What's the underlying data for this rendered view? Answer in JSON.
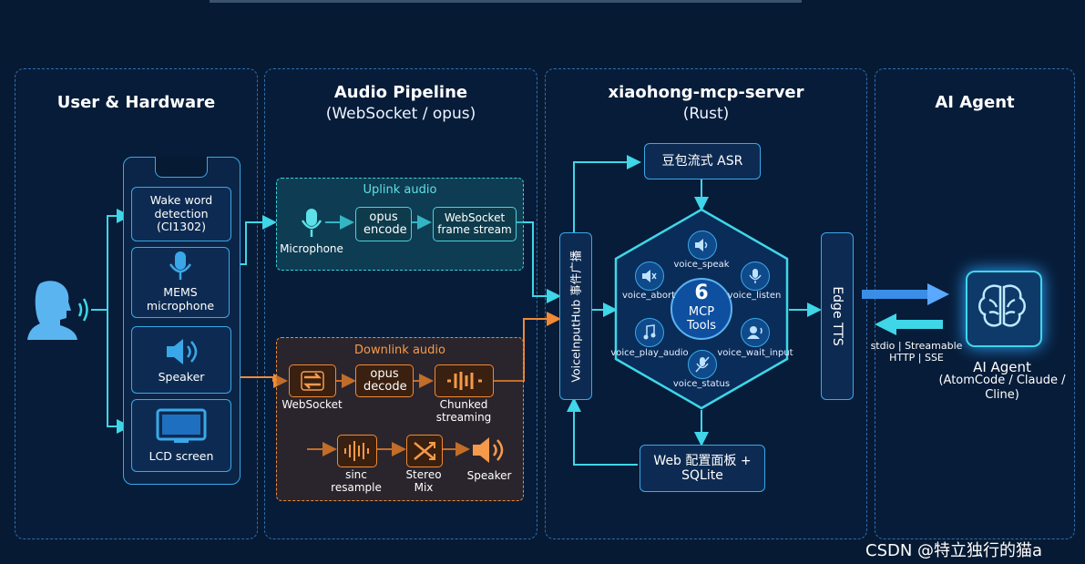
{
  "panels": {
    "user": {
      "title": "User & Hardware"
    },
    "audio": {
      "title": "Audio Pipeline",
      "subtitle": "(WebSocket / opus)"
    },
    "server": {
      "title": "xiaohong-mcp-server",
      "subtitle": "(Rust)"
    },
    "agent": {
      "title": "AI Agent"
    }
  },
  "device": {
    "wake": "Wake word detection (CI1302)",
    "mic": "MEMS microphone",
    "speaker": "Speaker",
    "lcd": "LCD screen"
  },
  "uplink": {
    "title": "Uplink audio",
    "mic_label": "Microphone",
    "opus": "opus encode",
    "ws": "WebSocket frame stream"
  },
  "downlink": {
    "title": "Downlink audio",
    "ws_label": "WebSocket",
    "opus": "opus decode",
    "chunked": "Chunked streaming",
    "sinc": "sinc resample",
    "stereo": "Stereo Mix",
    "speaker": "Speaker"
  },
  "server": {
    "asr": "豆包流式 ASR",
    "hub": "VoiceInputHub 事件广播",
    "edge": "Edge TTS",
    "web": "Web 配置面板 + SQLite",
    "center_num": "6",
    "center_l1": "MCP",
    "center_l2": "Tools",
    "tools": [
      "voice_speak",
      "voice_abort",
      "voice_listen",
      "voice_play_audio",
      "voice_wait_input",
      "voice_status"
    ]
  },
  "agent": {
    "protocol": "stdio | Streamable HTTP | SSE",
    "name": "AI Agent",
    "clients": "(AtomCode / Claude / Cline)"
  },
  "watermark": "CSDN @特立独行的猫a",
  "colors": {
    "blue": "#3aa8e8",
    "cyan": "#3fd6e8",
    "orange": "#f08a36",
    "bg": "#071a33"
  }
}
